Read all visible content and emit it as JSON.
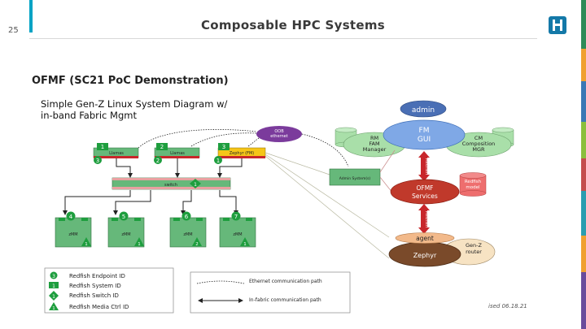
{
  "slide": {
    "number": "25",
    "title": "Composable HPC Systems",
    "heading": "OFMF (SC21 PoC Demonstration)",
    "diagram_title": "Simple Gen-Z Linux System Diagram w/\nin-band Fabric Mgmt",
    "revised": "ised 06.18.21"
  },
  "colors": {
    "accent": "#00a3c4",
    "node_green": "#66b87a",
    "marker_green": "#1e9e3e",
    "bar_red": "#c8262b",
    "admin_purple": "#7b3b9c",
    "ofmf_red": "#c0392b",
    "zephyr_brown": "#7a4a2a"
  },
  "left_diagram": {
    "oob_label": "OOB ethernet",
    "nodes": [
      {
        "label": "Llamas",
        "system_id": "1",
        "endpoint_id": "3"
      },
      {
        "label": "Llamas",
        "system_id": "2",
        "endpoint_id": "2"
      },
      {
        "label": "Zephyr (FM)",
        "system_id": "3",
        "endpoint_id": "1"
      }
    ],
    "switch": {
      "label": "switch",
      "switch_id": "1"
    },
    "zmm": [
      {
        "label": "zMM",
        "endpoint_id": "4",
        "media_ctrl": "1"
      },
      {
        "label": "zMM",
        "endpoint_id": "5",
        "media_ctrl": "1"
      },
      {
        "label": "zMM",
        "endpoint_id": "6",
        "media_ctrl": "2"
      },
      {
        "label": "zMM",
        "endpoint_id": "7",
        "media_ctrl": "1"
      }
    ]
  },
  "right_diagram": {
    "admin": "admin",
    "fm_gui": "FM\nGUI",
    "rm": "RM\nFAM\nManager",
    "cm": "CM\nComposition\nMGR",
    "admin_system": "Admin System(s)",
    "redfish_top": "Redfish",
    "ofmf": "OFMF\nServices",
    "redfish_model": "Redfish\nmodel",
    "redfish_bottom": "Redfish",
    "agent": "agent",
    "zephyr": "Zephyr",
    "genz_router": "Gen-Z\nrouter"
  },
  "legend": {
    "items": [
      {
        "symbol": "3",
        "label": "Redfish Endpoint ID"
      },
      {
        "symbol": "1",
        "label": "Redfish System ID"
      },
      {
        "symbol": "1",
        "label": "Redfish Switch ID"
      },
      {
        "symbol": "1",
        "label": "Redfish Media Ctrl ID"
      }
    ],
    "paths": [
      {
        "label": "Ethernet communication path"
      },
      {
        "label": "In-fabric communication path"
      }
    ]
  }
}
